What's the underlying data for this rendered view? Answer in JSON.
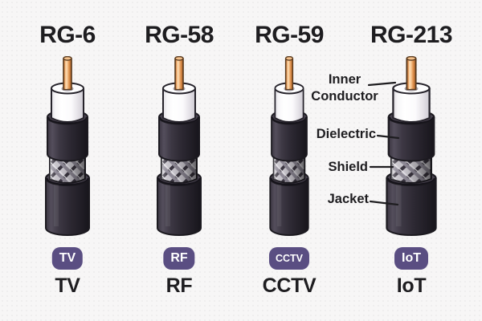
{
  "cables": [
    {
      "title": "RG-6",
      "badge": "TV",
      "label": "TV"
    },
    {
      "title": "RG-58",
      "badge": "RF",
      "label": "RF"
    },
    {
      "title": "RG-59",
      "badge": "CCTV",
      "label": "CCTV"
    },
    {
      "title": "RG-213",
      "badge": "IoT",
      "label": "IoT"
    }
  ],
  "annotations": {
    "inner_conductor": "Inner Conductor",
    "dielectric": "Dielectric",
    "shield": "Shield",
    "jacket": "Jacket"
  },
  "colors": {
    "background": "#f7f6f6",
    "text": "#1e1d20",
    "badge_bg": "#5a4e82",
    "badge_text": "#ffffff",
    "copper": "#e89a5e",
    "dielectric_white": "#ffffff",
    "shield_gray": "#c6c3ca",
    "jacket_dark": "#2b2730",
    "outline": "#1c1a20"
  }
}
